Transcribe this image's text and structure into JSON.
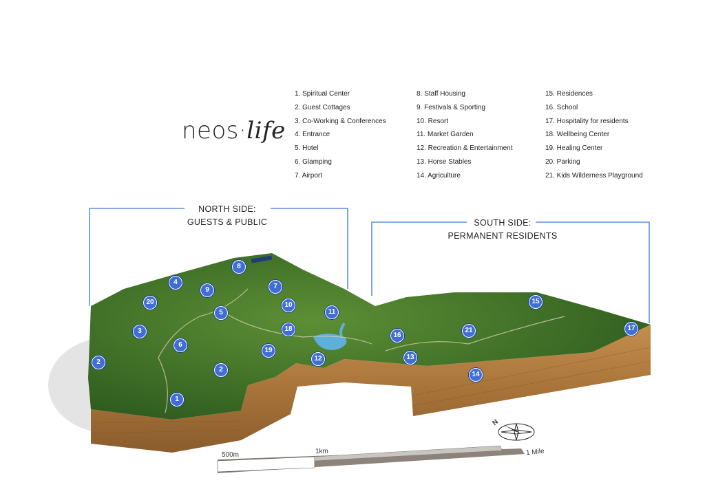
{
  "logo": {
    "word1": "neos",
    "separator": "·",
    "word2": "life"
  },
  "legend": {
    "columns": [
      [
        "1. Spiritual Center",
        "2. Guest Cottages",
        "3. Co-Working & Conferences",
        "4. Entrance",
        "5. Hotel",
        "6. Glamping",
        "7. Airport"
      ],
      [
        "8. Staff Housing",
        "9. Festivals & Sporting",
        "10. Resort",
        "11. Market Garden",
        "12. Recreation & Entertainment",
        "13. Horse Stables",
        "14. Agriculture"
      ],
      [
        "15. Residences",
        "16. School",
        "17. Hospitality for residents",
        "18. Wellbeing Center",
        "19. Healing Center",
        "20. Parking",
        "21. Kids Wilderness Playground"
      ]
    ]
  },
  "sides": {
    "north": {
      "line1": "NORTH SIDE:",
      "line2": "GUESTS & PUBLIC"
    },
    "south": {
      "line1": "SOUTH SIDE:",
      "line2": "PERMANENT RESIDENTS"
    }
  },
  "markers": [
    "8",
    "4",
    "9",
    "7",
    "20",
    "10",
    "5",
    "11",
    "3",
    "18",
    "6",
    "19",
    "2",
    "2",
    "12",
    "1",
    "16",
    "21",
    "13",
    "14",
    "15",
    "17"
  ],
  "scale": {
    "label_500m": "500m",
    "label_1km": "1km",
    "label_mile": "1 Mile"
  },
  "compass": {
    "north_letter": "N"
  },
  "colors": {
    "accent_line": "#5b8fe0",
    "marker": "#3f6fd6",
    "terrain": "#3f7a2a",
    "earth": "#b07a3e"
  }
}
